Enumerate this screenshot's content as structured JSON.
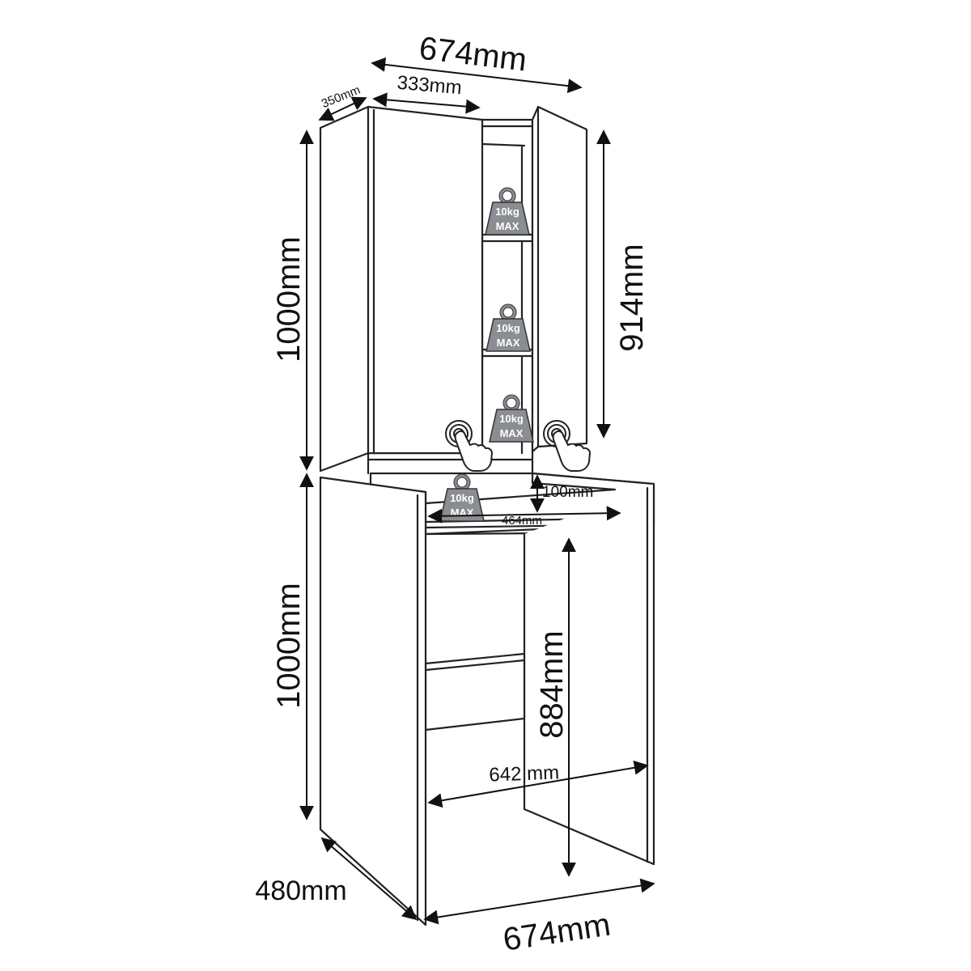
{
  "dimensions": {
    "top_width": "674mm",
    "top_door_width": "333mm",
    "top_depth": "350mm",
    "upper_height": "1000mm",
    "upper_inner_height": "914mm",
    "niche_height": "100mm",
    "niche_width": "464mm",
    "lower_height": "1000mm",
    "knee_height": "884mm",
    "knee_width": "642 mm",
    "base_depth": "480mm",
    "base_width": "674mm"
  },
  "load_badges": [
    {
      "line1": "10kg",
      "line2": "MAX"
    },
    {
      "line1": "10kg",
      "line2": "MAX"
    },
    {
      "line1": "10kg",
      "line2": "MAX"
    },
    {
      "line1": "10kg",
      "line2": "MAX"
    }
  ],
  "icons": [
    "weight-icon",
    "push-to-open-icon"
  ]
}
